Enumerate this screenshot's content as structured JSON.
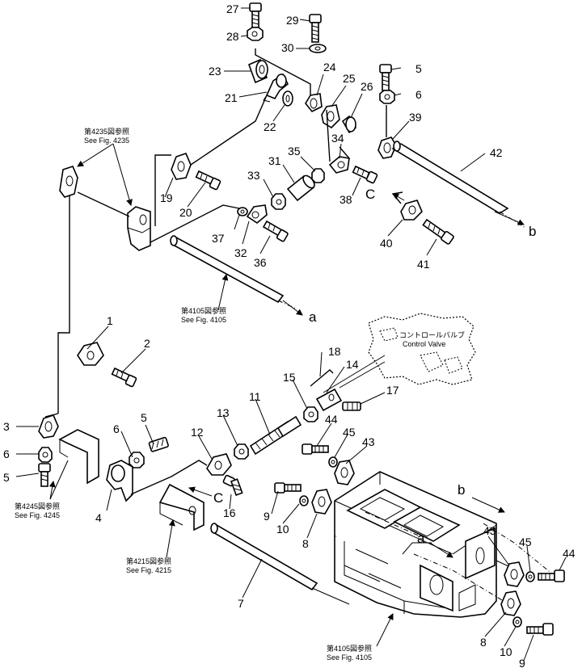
{
  "labels": {
    "p1": "1",
    "p2": "2",
    "p3": "3",
    "p4": "4",
    "p5a": "5",
    "p5b": "5",
    "p5c": "5",
    "p6a": "6",
    "p6b": "6",
    "p6c": "6",
    "p7": "7",
    "p8a": "8",
    "p8b": "8",
    "p9a": "9",
    "p9b": "9",
    "p10a": "10",
    "p10b": "10",
    "p11": "11",
    "p12": "12",
    "p13": "13",
    "p14": "14",
    "p15": "15",
    "p16": "16",
    "p17": "17",
    "p18": "18",
    "p19": "19",
    "p20": "20",
    "p21": "21",
    "p22": "22",
    "p23": "23",
    "p24": "24",
    "p25": "25",
    "p26": "26",
    "p27": "27",
    "p28": "28",
    "p29": "29",
    "p30": "30",
    "p31": "31",
    "p32": "32",
    "p33": "33",
    "p34": "34",
    "p35": "35",
    "p36": "36",
    "p37": "37",
    "p38": "38",
    "p39": "39",
    "p40": "40",
    "p41": "41",
    "p42": "42",
    "p43a": "43",
    "p43b": "43",
    "p44a": "44",
    "p44b": "44",
    "p45a": "45",
    "p45b": "45"
  },
  "connectors": {
    "a1": "a",
    "a2": "a",
    "b1": "b",
    "b2": "b",
    "c1": "C",
    "c2": "C"
  },
  "references": {
    "fig4235_jp": "第4235図参照",
    "fig4235_en": "See Fig. 4235",
    "fig4105a_jp": "第4105図参照",
    "fig4105a_en": "See Fig. 4105",
    "fig4245_jp": "第4245図参照",
    "fig4245_en": "See Fig. 4245",
    "fig4215_jp": "第4215図参照",
    "fig4215_en": "See Fig. 4215",
    "fig4105b_jp": "第4105図参照",
    "fig4105b_en": "See Fig. 4105"
  },
  "control_valve": {
    "jp": "コントロールバルブ",
    "en": "Control Valve"
  }
}
